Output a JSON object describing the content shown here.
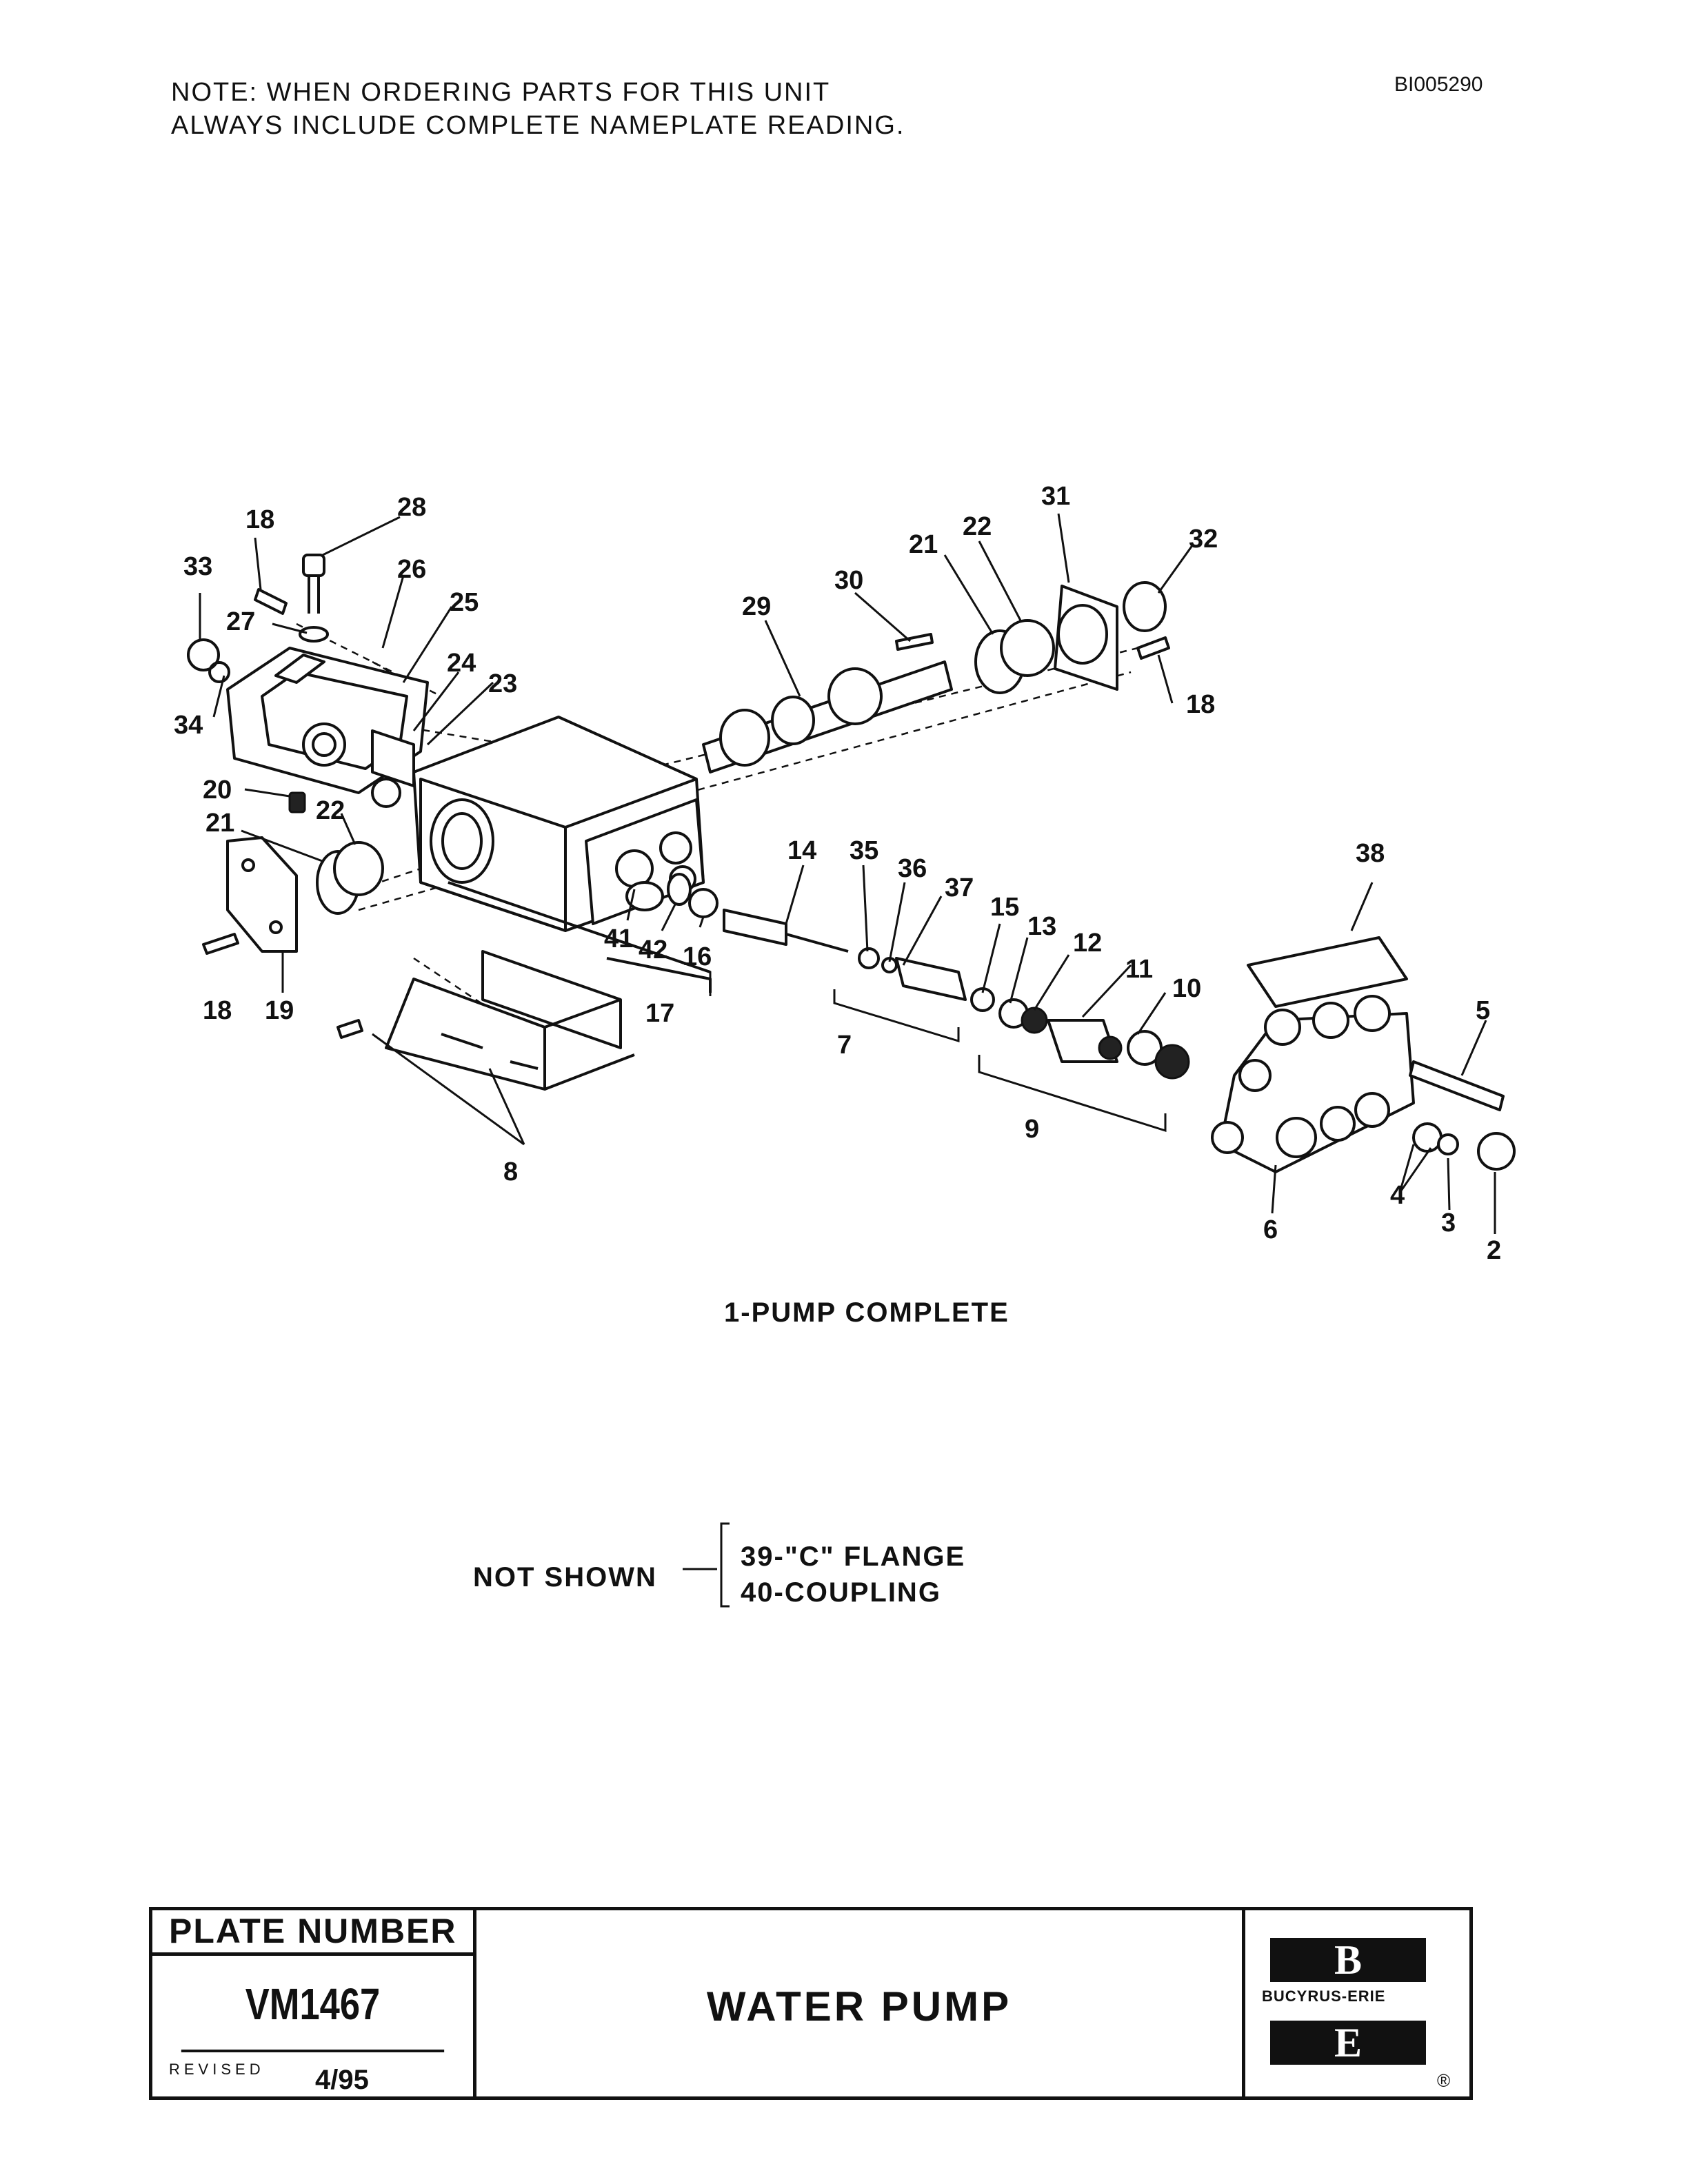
{
  "header": {
    "note_line1": "NOTE:  WHEN ORDERING PARTS FOR THIS UNIT",
    "note_line2": "ALWAYS INCLUDE COMPLETE NAMEPLATE READING.",
    "doc_id": "BI005290"
  },
  "diagram": {
    "callouts": [
      "18",
      "28",
      "33",
      "26",
      "27",
      "25",
      "24",
      "23",
      "34",
      "20",
      "22",
      "21",
      "18",
      "19",
      "8",
      "41",
      "42",
      "16",
      "17",
      "29",
      "30",
      "21",
      "22",
      "31",
      "32",
      "18",
      "14",
      "35",
      "36",
      "37",
      "15",
      "13",
      "12",
      "11",
      "10",
      "7",
      "9",
      "38",
      "5",
      "6",
      "4",
      "3",
      "2"
    ],
    "caption": "1-PUMP COMPLETE"
  },
  "not_shown": {
    "label": "NOT SHOWN",
    "items": [
      "39-\"C\" FLANGE",
      "40-COUPLING"
    ]
  },
  "title_block": {
    "plate_label": "PLATE NUMBER",
    "plate_number": "VM1467",
    "revised_label": "REVISED",
    "revised_date": "4/95",
    "title": "WATER PUMP",
    "logo_top": "B",
    "logo_name": "BUCYRUS-ERIE",
    "logo_bottom": "E",
    "registered": "®"
  }
}
